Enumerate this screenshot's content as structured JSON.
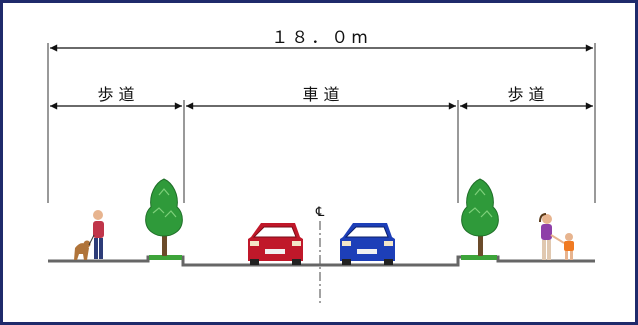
{
  "diagram": {
    "total_width_label": "１８．０m",
    "sections": [
      {
        "label": "歩 道"
      },
      {
        "label": "車 道"
      },
      {
        "label": "歩 道"
      }
    ],
    "centerline_symbol": "℄"
  },
  "colors": {
    "frame": "#1f2a6b",
    "road": "#7a7a7a",
    "tree_foliage": "#2f9a3a",
    "tree_trunk": "#6b4b2a",
    "car_left": "#c0182a",
    "car_right": "#1d3fb8"
  },
  "icons": [
    "pedestrian-with-dog-icon",
    "tree-icon",
    "car-icon",
    "pedestrian-with-child-icon"
  ]
}
